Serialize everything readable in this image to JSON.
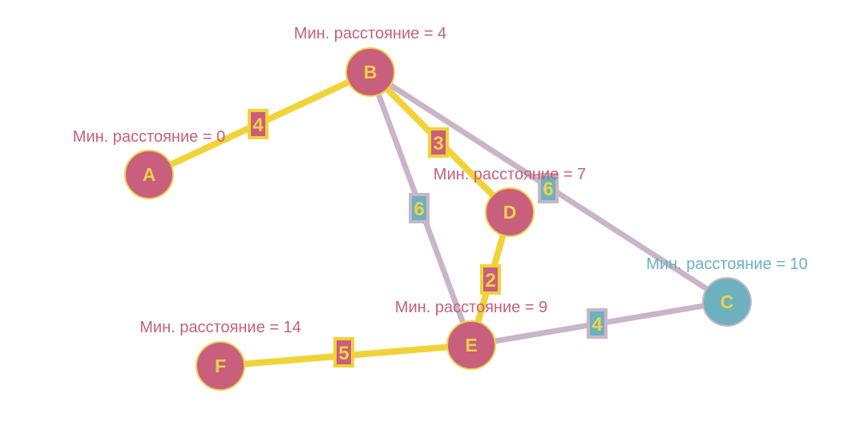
{
  "graph": {
    "colors": {
      "node_default": "#c85f7c",
      "node_highlight": "#6db1be",
      "node_stroke": "#f1d04b",
      "node_text": "#f1d04b",
      "edge_path": "#f1d238",
      "edge_other": "#c9b5c8",
      "weight_box_path": "#c85f7c",
      "weight_box_other": "#6db1be",
      "weight_text": "#f1d04b",
      "label_default": "#c85f7c",
      "label_highlight": "#6db1be"
    },
    "nodes": [
      {
        "id": "A",
        "label": "A",
        "dist_label": "Мин. расстояние = 0",
        "state": "default"
      },
      {
        "id": "B",
        "label": "B",
        "dist_label": "Мин. расстояние = 4",
        "state": "default"
      },
      {
        "id": "C",
        "label": "C",
        "dist_label": "Мин. расстояние = 10",
        "state": "highlight"
      },
      {
        "id": "D",
        "label": "D",
        "dist_label": "Мин. расстояние = 7",
        "state": "default"
      },
      {
        "id": "E",
        "label": "E",
        "dist_label": "Мин. расстояние = 9",
        "state": "default"
      },
      {
        "id": "F",
        "label": "F",
        "dist_label": "Мин. расстояние = 14",
        "state": "default"
      }
    ],
    "edges": [
      {
        "from": "A",
        "to": "B",
        "weight": "4",
        "on_path": true
      },
      {
        "from": "B",
        "to": "D",
        "weight": "3",
        "on_path": true
      },
      {
        "from": "B",
        "to": "E",
        "weight": "6",
        "on_path": false
      },
      {
        "from": "B",
        "to": "C",
        "weight": "6",
        "on_path": false
      },
      {
        "from": "D",
        "to": "E",
        "weight": "2",
        "on_path": true
      },
      {
        "from": "E",
        "to": "C",
        "weight": "4",
        "on_path": false
      },
      {
        "from": "E",
        "to": "F",
        "weight": "5",
        "on_path": true
      }
    ]
  }
}
